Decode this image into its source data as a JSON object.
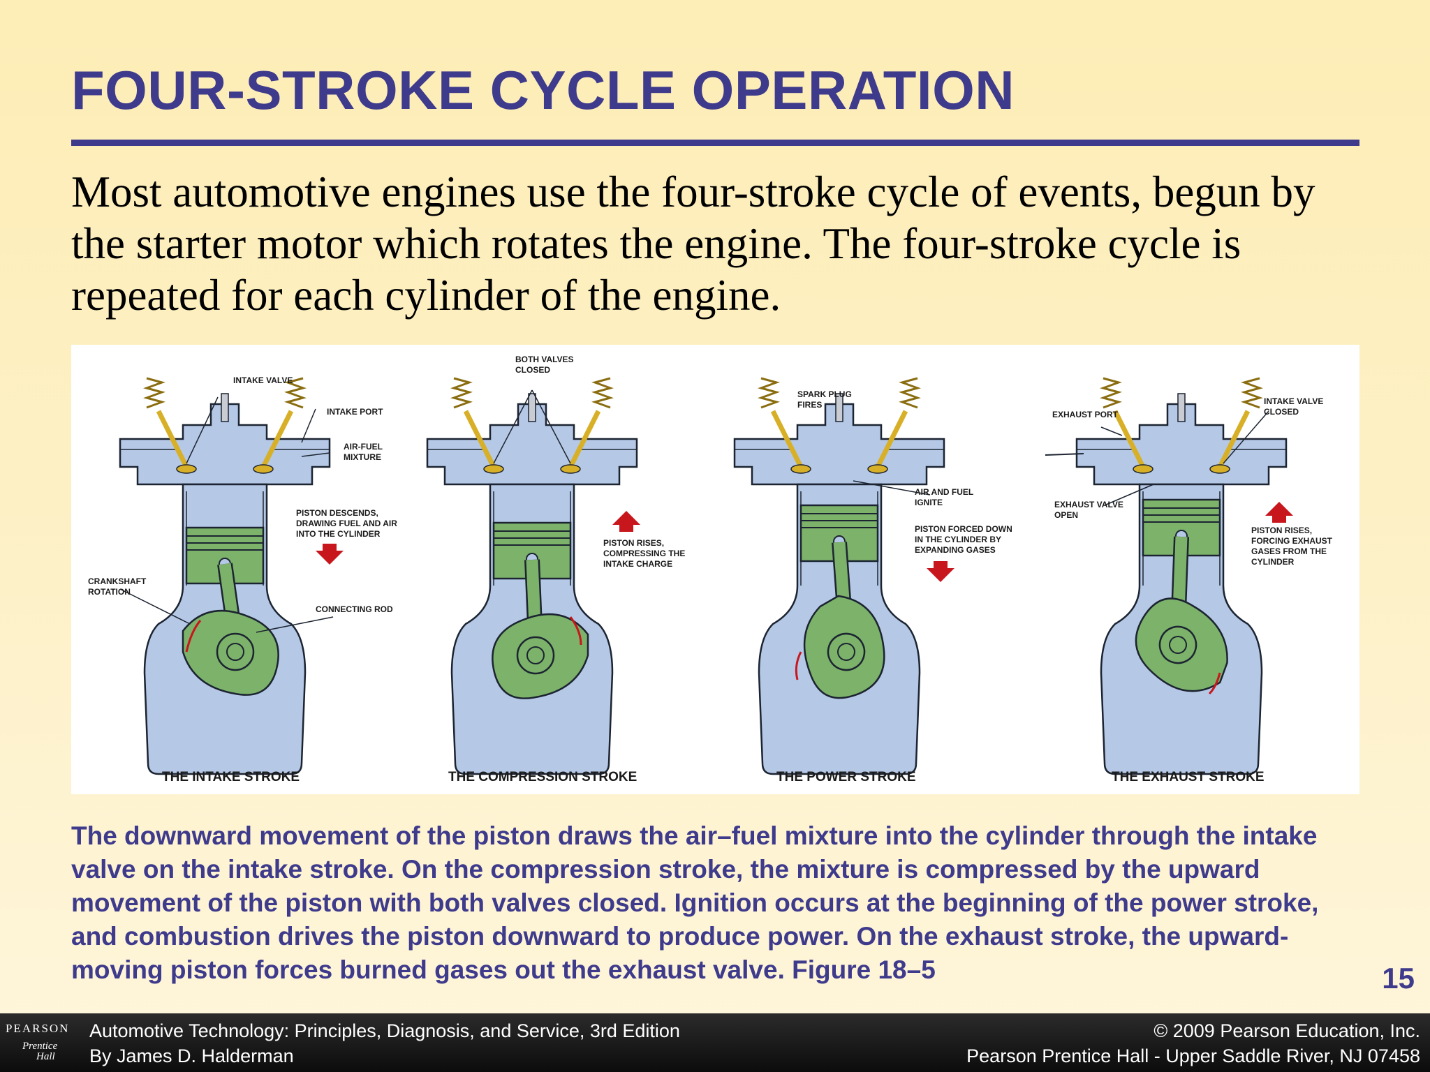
{
  "slide": {
    "title": "FOUR-STROKE CYCLE OPERATION",
    "intro": "Most automotive engines use the four-stroke cycle of events, begun by the starter motor which rotates the engine. The four-stroke cycle is repeated for each cylinder of the engine.",
    "caption": "The downward movement of the piston draws the air–fuel mixture into the cylinder through the intake valve on the intake stroke. On the compression stroke, the mixture is compressed by the upward movement of the piston with both valves closed. Ignition occurs at the beginning of the power stroke, and combustion drives the piston downward to produce power. On the exhaust stroke, the upward-moving piston forces burned gases out the exhaust valve.  Figure 18–5",
    "page_number": "15"
  },
  "figure": {
    "strokes": [
      {
        "name": "THE INTAKE STROKE",
        "labels": [
          "INTAKE VALVE",
          "INTAKE PORT",
          "AIR-FUEL MIXTURE",
          "PISTON DESCENDS, DRAWING FUEL AND AIR INTO THE CYLINDER",
          "CRANKSHAFT ROTATION",
          "CONNECTING ROD"
        ]
      },
      {
        "name": "THE COMPRESSION STROKE",
        "labels": [
          "BOTH VALVES CLOSED",
          "PISTON RISES, COMPRESSING THE INTAKE CHARGE"
        ]
      },
      {
        "name": "THE POWER STROKE",
        "labels": [
          "SPARK PLUG FIRES",
          "AIR AND FUEL IGNITE",
          "PISTON FORCED DOWN IN THE CYLINDER BY EXPANDING GASES"
        ]
      },
      {
        "name": "THE EXHAUST STROKE",
        "labels": [
          "EXHAUST PORT",
          "INTAKE VALVE CLOSED",
          "EXHAUST VALVE OPEN",
          "PISTON RISES, FORCING EXHAUST GASES FROM THE CYLINDER"
        ]
      }
    ],
    "colors": {
      "block": "#b5c8e6",
      "outline": "#1c2431",
      "piston": "#7cb26a",
      "arrow": "#c8161d",
      "valve": "#d8b028"
    }
  },
  "footer": {
    "publisher_logo_top": "PEARSON",
    "publisher_logo_bottom_1": "Prentice",
    "publisher_logo_bottom_2": "Hall",
    "book_title": "Automotive Technology: Principles, Diagnosis, and Service, 3rd Edition",
    "author": "By James D. Halderman",
    "copyright": "© 2009 Pearson Education, Inc.",
    "publisher_address": "Pearson Prentice Hall - Upper Saddle River, NJ 07458"
  }
}
